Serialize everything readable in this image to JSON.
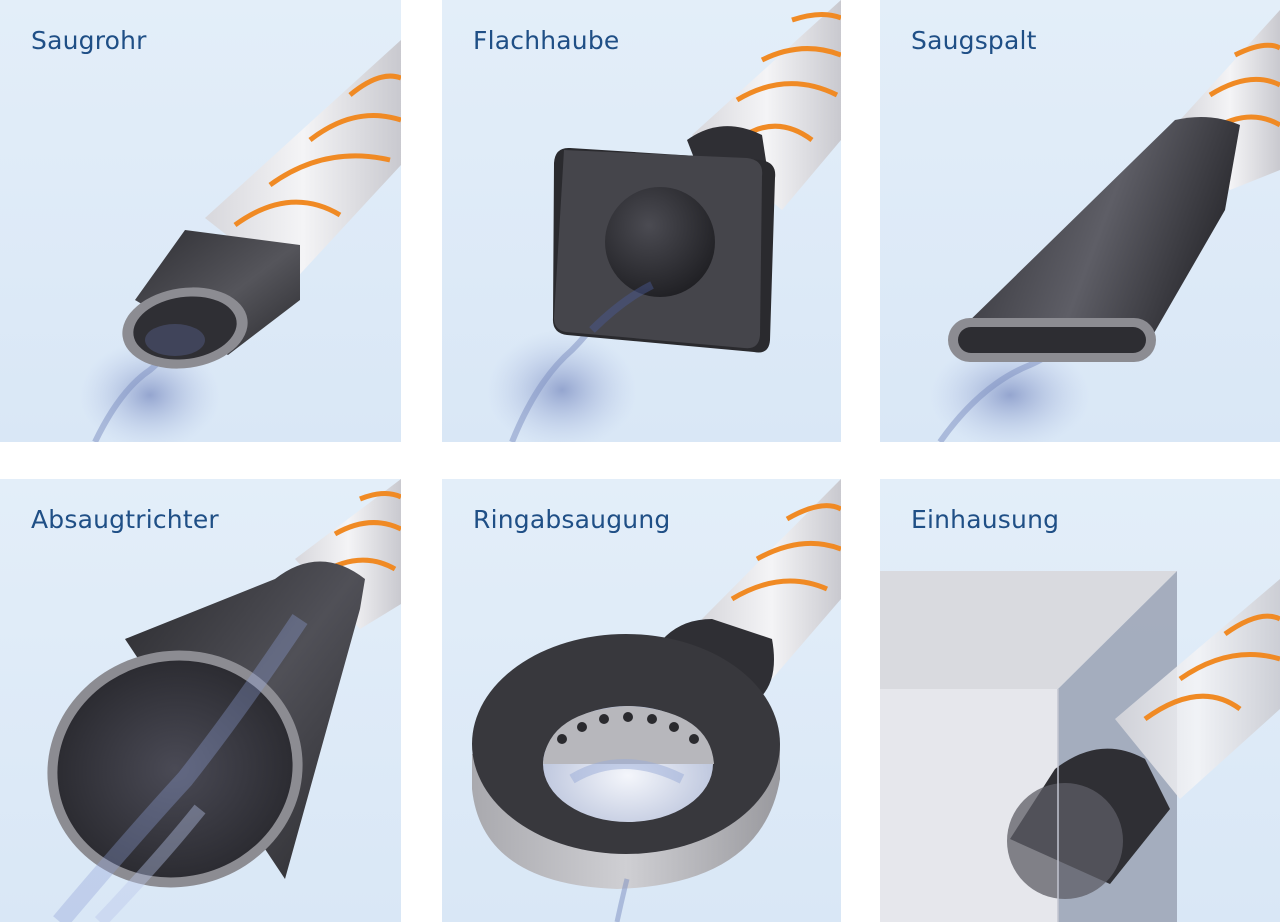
{
  "panels": [
    {
      "title": "Saugrohr"
    },
    {
      "title": "Flachhaube"
    },
    {
      "title": "Saugspalt"
    },
    {
      "title": "Absaugtrichter"
    },
    {
      "title": "Ringabsaugung"
    },
    {
      "title": "Einhausung"
    }
  ],
  "colors": {
    "panel_background": "#dde9f7",
    "title_text": "#1f4f86",
    "hose": "#e9e9ec",
    "hose_ring": "#f08a24",
    "nozzle": "#3a3a3f",
    "nozzle_rim": "#8c8c92",
    "smoke": "#8fa3cf"
  },
  "icons": [
    "hose-icon",
    "suction-tube-icon",
    "flat-hood-icon",
    "slot-nozzle-icon",
    "suction-funnel-icon",
    "ring-extraction-icon",
    "enclosure-icon",
    "smoke-icon"
  ]
}
